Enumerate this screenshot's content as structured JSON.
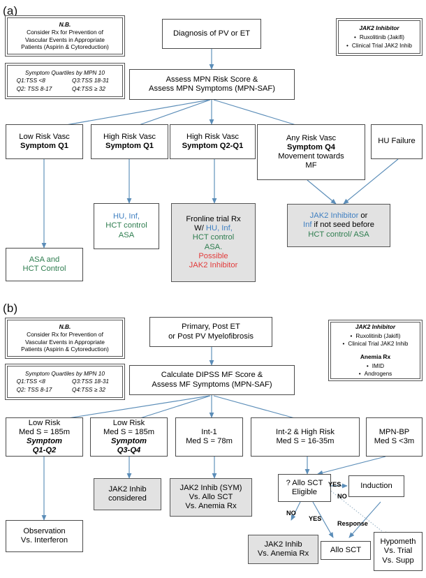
{
  "panels": [
    {
      "id": "a",
      "label": "(a)"
    },
    {
      "id": "b",
      "label": "(b)"
    }
  ],
  "colors": {
    "arrow": "#5b8db8",
    "box_border": "#4a4a4a",
    "box_fill_gray": "#e2e2e2",
    "text_blue": "#3f7fc1",
    "text_green": "#2e7d4f",
    "text_red": "#e23b3b"
  },
  "notes": {
    "nb_title": "N.B.",
    "nb_line1": "Consider Rx for Prevention of",
    "nb_line2": "Vascular Events in Appropriate",
    "nb_line3": "Patients (Aspirin & Cytoreduction)",
    "quartiles_title": "Symptom Quartiles by MPN 10",
    "q1": "Q1:TSS <8",
    "q2": "Q2: TSS 8-17",
    "q3": "Q3:TSS 18-31",
    "q4": "Q4:TSS ≥ 32"
  },
  "legend_a": {
    "title": "JAK2 Inhibitor",
    "items": [
      "Ruxolitinib (Jakifi)",
      "Clinical Trial JAK2 Inhib"
    ]
  },
  "legend_b": {
    "title": "JAK2 Inhibitor",
    "items": [
      "Ruxolitinib (Jakifi)",
      "Clinical Trial JAK2 Inhib"
    ],
    "subtitle": "Anemia Rx",
    "sub_items": [
      "IMID",
      "Androgens"
    ]
  },
  "panel_a": {
    "diagnosis": "Diagnosis of PV or ET",
    "assess_l1": "Assess MPN Risk Score &",
    "assess_l2": "Assess MPN Symptoms (MPN-SAF)",
    "branch1_l1": "Low Risk Vasc",
    "branch1_l2": "Symptom Q1",
    "branch2_l1": "High Risk Vasc",
    "branch2_l2": "Symptom Q1",
    "branch3_l1": "High Risk Vasc",
    "branch3_l2": "Symptom Q2-Q1",
    "branch4_l1": "Any Risk Vasc",
    "branch4_l2": "Symptom Q4",
    "branch4_l3": "Movement towards",
    "branch4_l4": "MF",
    "branch5": "HU Failure",
    "out1_l1": "ASA and",
    "out1_l2": "HCT Control",
    "out2_l1": "HU, Inf,",
    "out2_l2": "HCT control",
    "out2_l3": "ASA",
    "out3_l1": "Fronline trial Rx",
    "out3_l2a": "W/ ",
    "out3_l2b": "HU, Inf,",
    "out3_l3": "HCT control",
    "out3_l4": "ASA.",
    "out3_l5": "Possible",
    "out3_l6": "JAK2 Inhibitor",
    "out4_l1a": "JAK2 Inhibitor",
    "out4_l1b": " or",
    "out4_l2a": "Inf",
    "out4_l2b": " if not seed before",
    "out4_l3": "HCT control/ ASA"
  },
  "panel_b": {
    "diagnosis_l1": "Primary, Post ET",
    "diagnosis_l2": "or Post PV Myelofibrosis",
    "assess_l1": "Calculate DIPSS MF Score &",
    "assess_l2": "Assess MF Symptoms (MPN-SAF)",
    "branch1_l1": "Low Risk",
    "branch1_l2": "Med S = 185m",
    "branch1_l3": "Symptom",
    "branch1_l4": "Q1-Q2",
    "branch2_l1": "Low Risk",
    "branch2_l2": "Med S = 185m",
    "branch2_l3": "Symptom",
    "branch2_l4": "Q3-Q4",
    "branch3_l1": "Int-1",
    "branch3_l2": "Med S = 78m",
    "branch4_l1": "Int-2 & High Risk",
    "branch4_l2": "Med S = 16-35m",
    "branch5_l1": "MPN-BP",
    "branch5_l2": "Med S <3m",
    "out1_l1": "Observation",
    "out1_l2": "Vs. Interferon",
    "out2_l1": "JAK2 Inhib",
    "out2_l2": "considered",
    "out3_l1": "JAK2 Inhib (SYM)",
    "out3_l2": "Vs. Allo SCT",
    "out3_l3": "Vs. Anemia Rx",
    "decision_l1": "? Allo SCT",
    "decision_l2": "Eligible",
    "induction": "Induction",
    "out4_l1": "JAK2 Inhib",
    "out4_l2": "Vs. Anemia Rx",
    "out5": "Allo SCT",
    "out6_l1": "Hypometh",
    "out6_l2": "Vs. Trial",
    "out6_l3": "Vs. Supp",
    "edge_yes_1": "YES",
    "edge_no_1": "NO",
    "edge_no_2": "NO",
    "edge_yes_2": "YES",
    "edge_response": "Response"
  }
}
